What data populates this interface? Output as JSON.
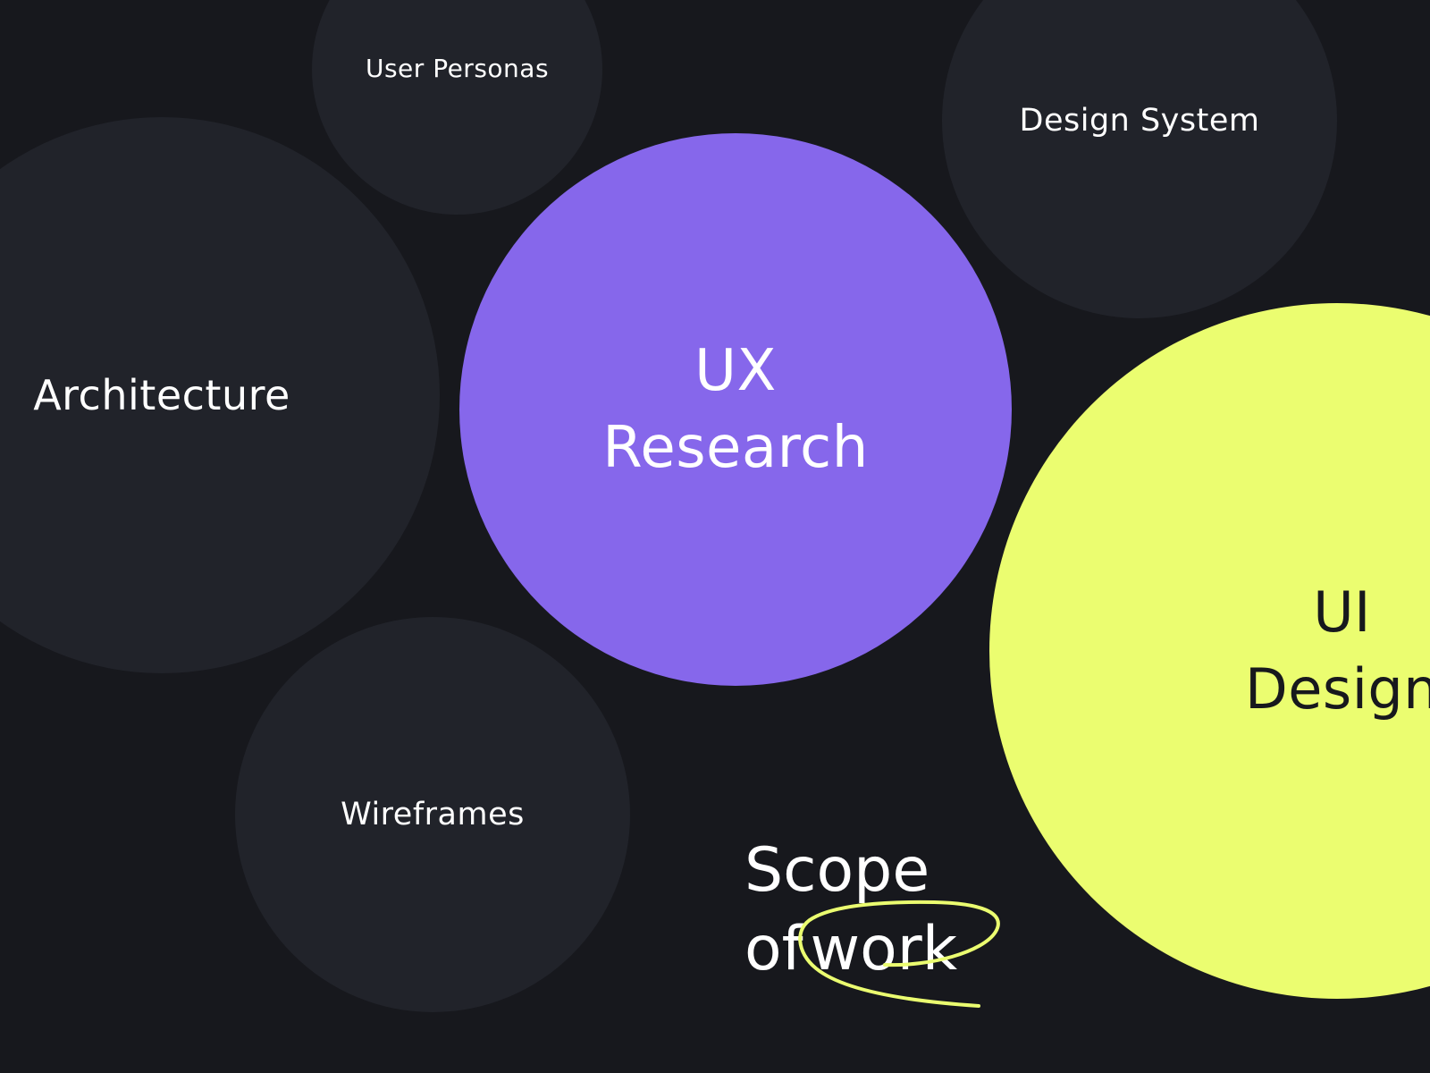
{
  "colors": {
    "background": "#17181d",
    "dark_bubble": "#21232a",
    "purple_bubble": "#8667eb",
    "lime_bubble": "#ebfd70",
    "swoosh": "#ebfd70",
    "light_text": "#ffffff",
    "dark_text": "#17181d"
  },
  "bubbles": {
    "user_personas": {
      "label": "User Personas"
    },
    "design_system": {
      "label": "Design System"
    },
    "architecture": {
      "label": "Architecture"
    },
    "ux_research": {
      "label": "UX\nResearch"
    },
    "wireframes": {
      "label": "Wireframes"
    },
    "ui_design": {
      "label": "UI\nDesign"
    }
  },
  "caption": {
    "line1": "Scope",
    "line2_prefix": "of",
    "line2_highlight": "work"
  },
  "icons": {
    "highlight": "hand-drawn-ellipse-icon"
  }
}
